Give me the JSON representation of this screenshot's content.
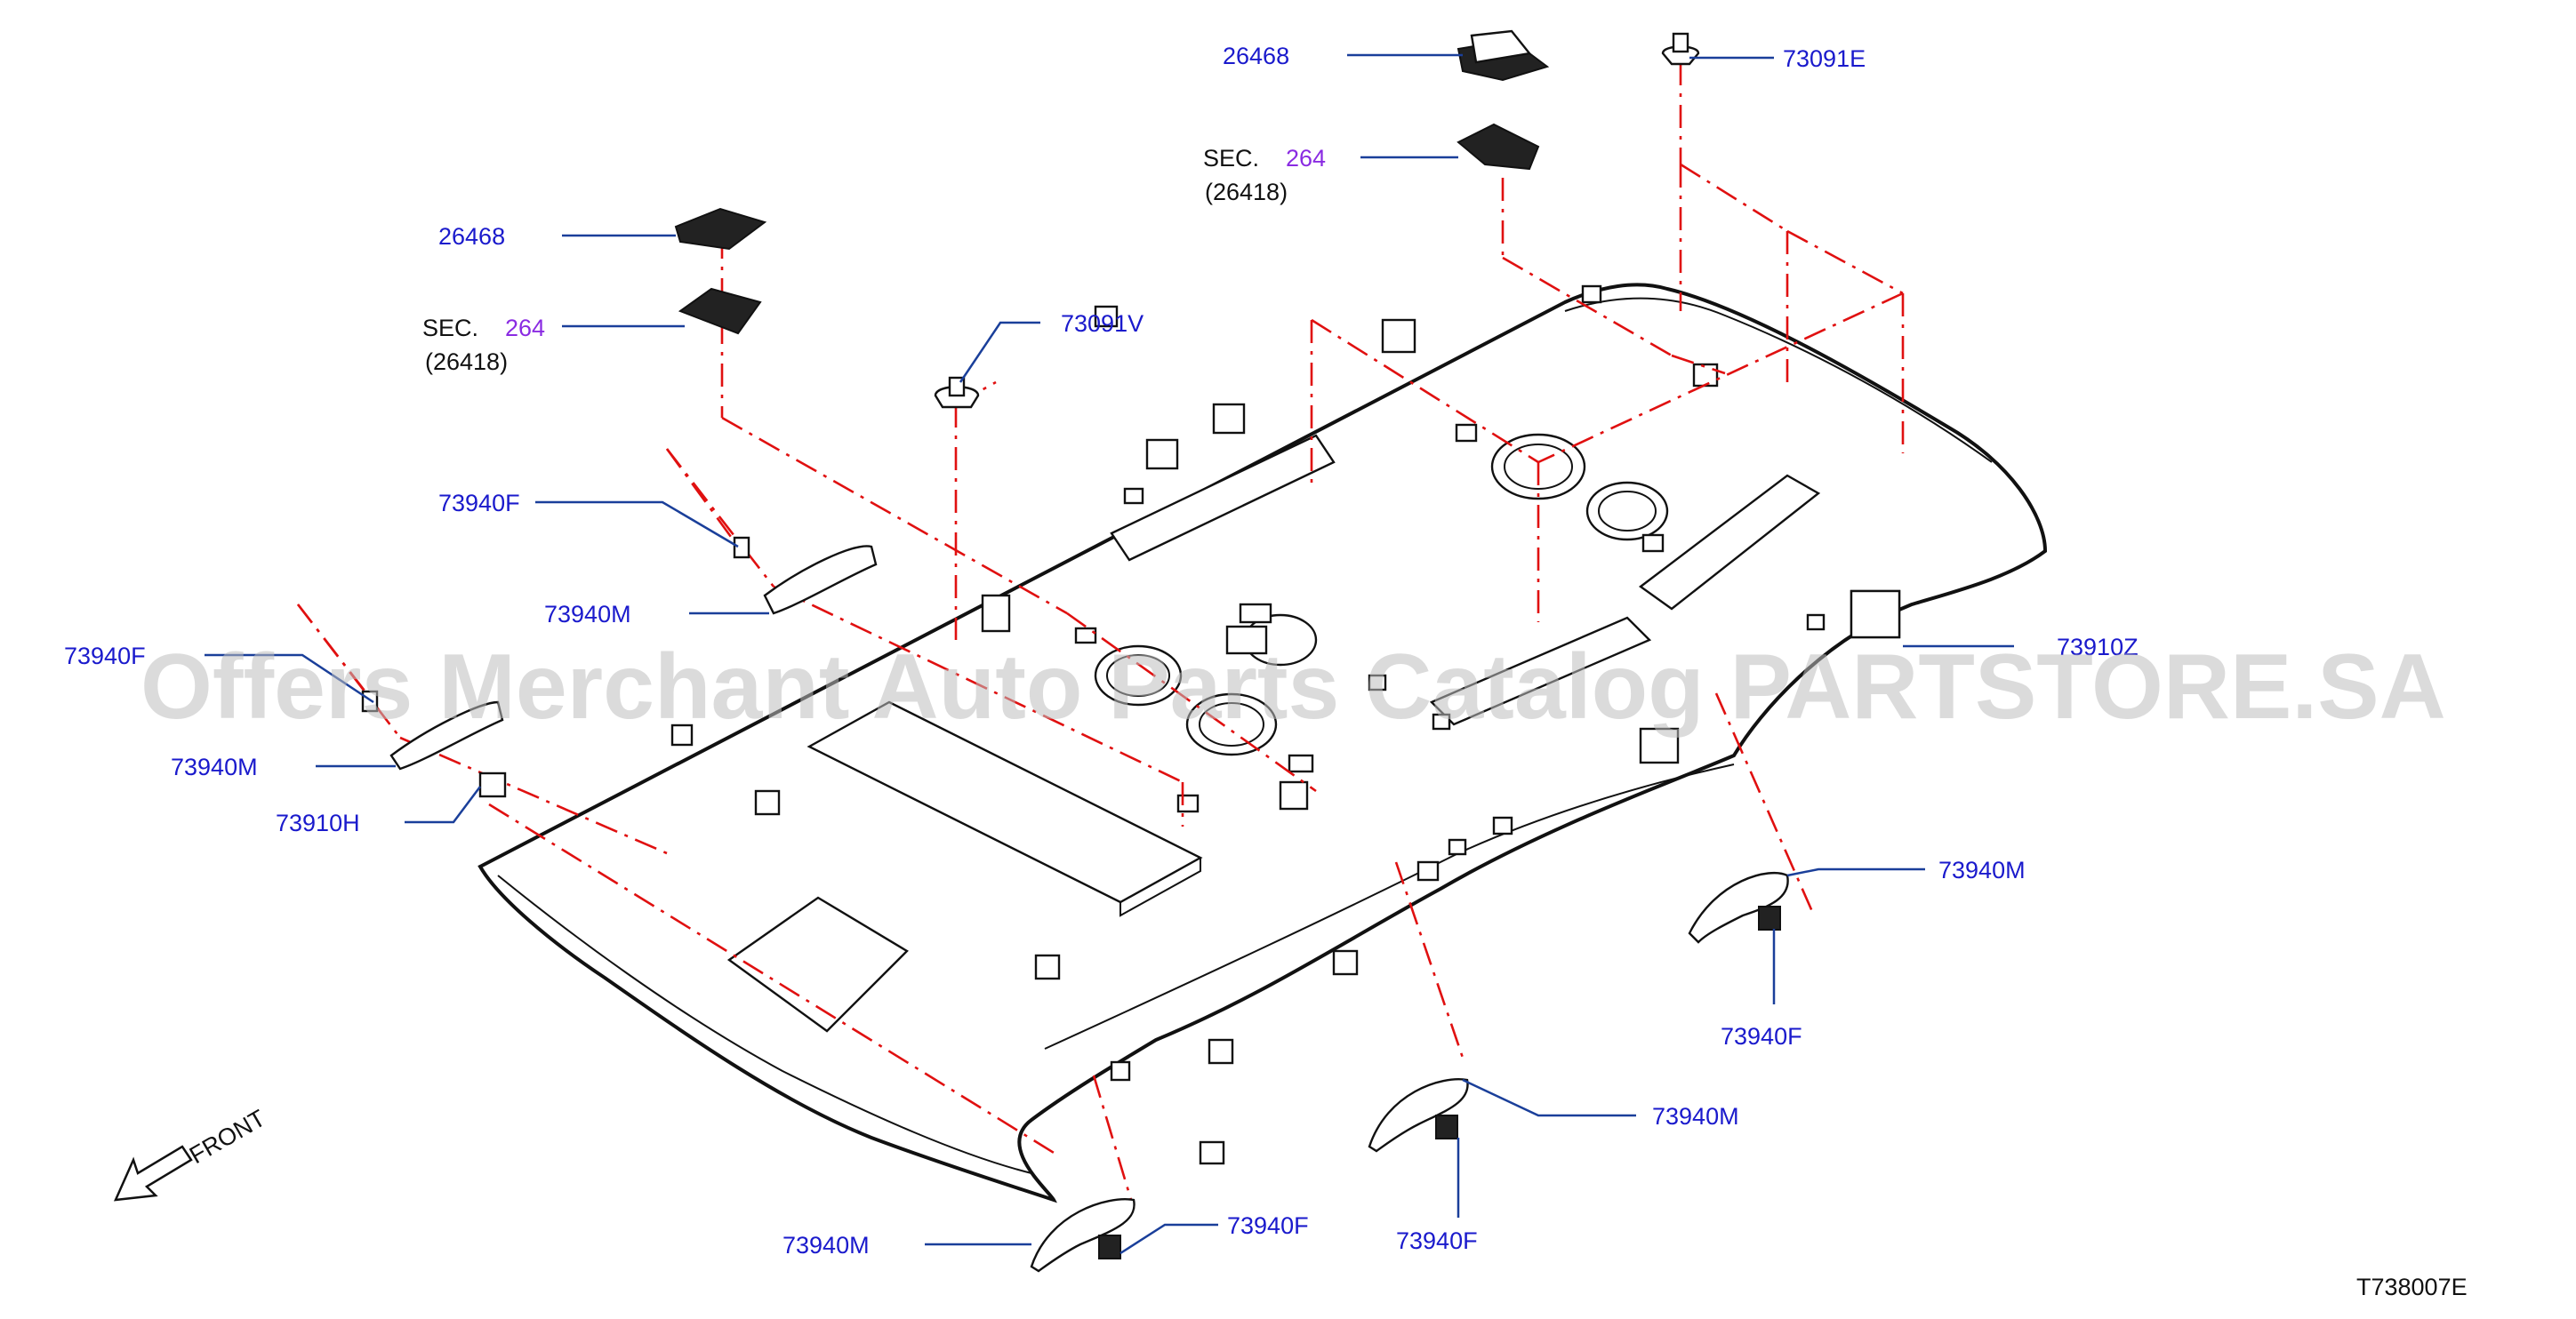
{
  "diagram": {
    "code": "T738007E",
    "watermark": "Offers Merchant Auto Parts Catalog PARTSTORE.SA",
    "front_label": "FRONT",
    "colors": {
      "part_number": "#1a1acc",
      "section_ref": "#8a2be2",
      "leader": "#1a3f9a",
      "reference_line": "#e01010",
      "outline": "#111111"
    },
    "callouts": {
      "c26468_top": "26468",
      "c73091E": "73091E",
      "c26468_left": "26468",
      "c73091V": "73091V",
      "c73940F_a": "73940F",
      "c73940M_a": "73940M",
      "c73940F_b": "73940F",
      "c73940M_b": "73940M",
      "c73910H": "73910H",
      "c73910Z": "73910Z",
      "c73940M_c": "73940M",
      "c73940F_c": "73940F",
      "c73940M_d": "73940M",
      "c73940F_d": "73940F",
      "c73940M_e": "73940M",
      "c73940F_e": "73940F"
    },
    "section_refs": {
      "top": {
        "prefix": "SEC.",
        "number": "264",
        "sub": "(26418)"
      },
      "left": {
        "prefix": "SEC.",
        "number": "264",
        "sub": "(26418)"
      }
    }
  }
}
